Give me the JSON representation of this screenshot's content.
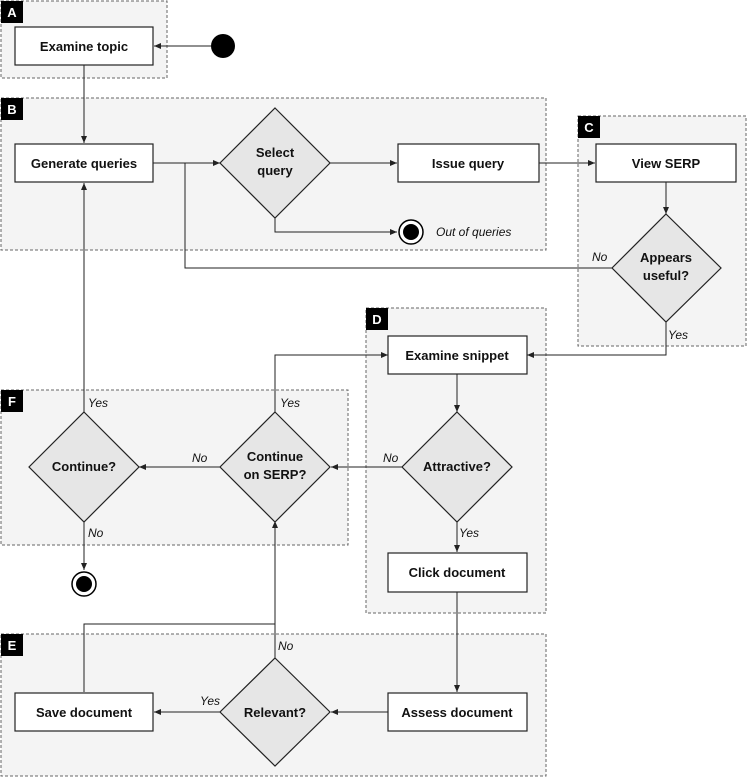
{
  "regions": {
    "a": "A",
    "b": "B",
    "c": "C",
    "d": "D",
    "e": "E",
    "f": "F"
  },
  "nodes": {
    "examine_topic": "Examine topic",
    "generate_queries": "Generate queries",
    "select_query": [
      "Select",
      "query"
    ],
    "issue_query": "Issue query",
    "view_serp": "View SERP",
    "appears_useful": [
      "Appears",
      "useful?"
    ],
    "examine_snippet": "Examine snippet",
    "attractive": "Attractive?",
    "click_document": "Click document",
    "continue_on_serp": [
      "Continue",
      "on SERP?"
    ],
    "continue": "Continue?",
    "assess_document": "Assess document",
    "relevant": "Relevant?",
    "save_document": "Save document"
  },
  "labels": {
    "out_of_queries": "Out of queries",
    "no_appears_useful": "No",
    "yes_appears_useful": "Yes",
    "no_attractive": "No",
    "yes_attractive": "Yes",
    "no_continue_serp": "No",
    "yes_continue_serp": "Yes",
    "yes_continue": "Yes",
    "no_continue": "No",
    "no_relevant": "No",
    "yes_relevant": "Yes"
  }
}
